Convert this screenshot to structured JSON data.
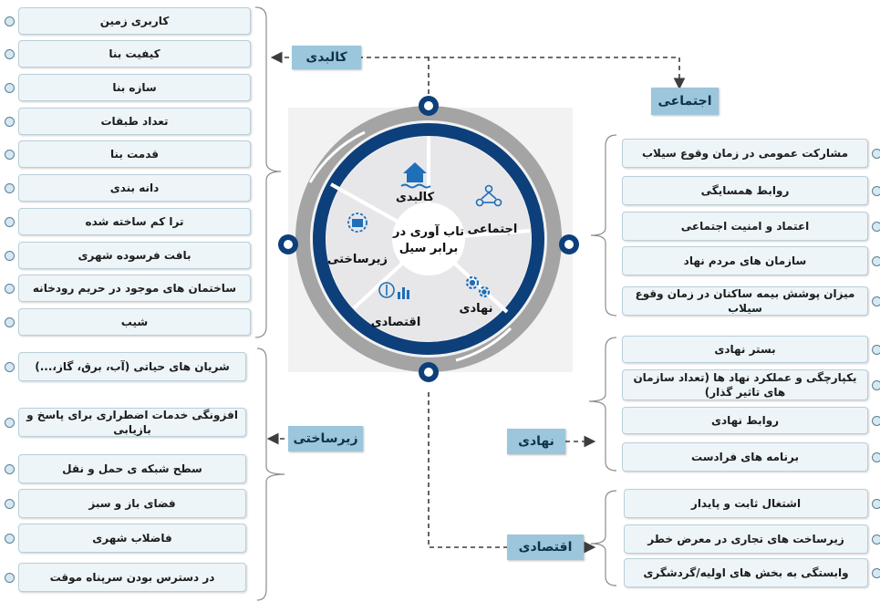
{
  "categories": {
    "physical": "کالبدی",
    "social": "اجتماعی",
    "infrastructure": "زیرساختی",
    "institutional": "نهادی",
    "economic": "اقتصادی"
  },
  "center": {
    "line1": "تاب آوری در",
    "line2": "برابر سیل"
  },
  "segments": {
    "physical": "کالبدی",
    "social": "اجتماعی",
    "institutional": "نهادی",
    "economic": "اقتصادی",
    "infrastructure": "زیرساختی"
  },
  "physical_items": [
    "کاربری زمین",
    "کیفیت بنا",
    "سازه بنا",
    "تعداد طبقات",
    "قدمت بنا",
    "دانه بندی",
    "ترا کم ساخته شده",
    "بافت فرسوده شهری",
    "ساختمان های موجود در حریم رودخانه",
    "شیب"
  ],
  "infrastructure_items": [
    "شریان های حیاتی (آب، برق، گاز،...)",
    "افزونگی خدمات اضطراری برای پاسخ و بازیابی",
    "سطح شبکه ی حمل و نقل",
    "فضای باز و سبز",
    "فاضلاب شهری",
    "در دسترس بودن سرپناه موقت"
  ],
  "social_items": [
    "مشارکت عمومی در زمان وقوع سیلاب",
    "روابط همسایگی",
    "اعتماد و امنیت اجتماعی",
    "سازمان های مردم نهاد",
    "میزان پوشش بیمه ساکنان در زمان وقوع سیلاب"
  ],
  "institutional_items": [
    "بستر نهادی",
    "یکپارچگی و عملکرد نهاد ها (تعداد سازمان های تاثیر گذار)",
    "روابط نهادی",
    "برنامه های فرادست"
  ],
  "economic_items": [
    "اشتغال ثابت و پایدار",
    "زیرساخت های تجاری در معرض خطر",
    "وابستگی به بخش های اولیه/گردشگری"
  ],
  "colors": {
    "ring_dark": "#0d3f7a",
    "ring_gray": "#a4a4a4",
    "box_bg": "#eef5f9",
    "label_bg": "#9bc6dc"
  },
  "icons": [
    "house-icon",
    "people-network-icon",
    "gears-icon",
    "economy-icon",
    "factory-icon"
  ]
}
